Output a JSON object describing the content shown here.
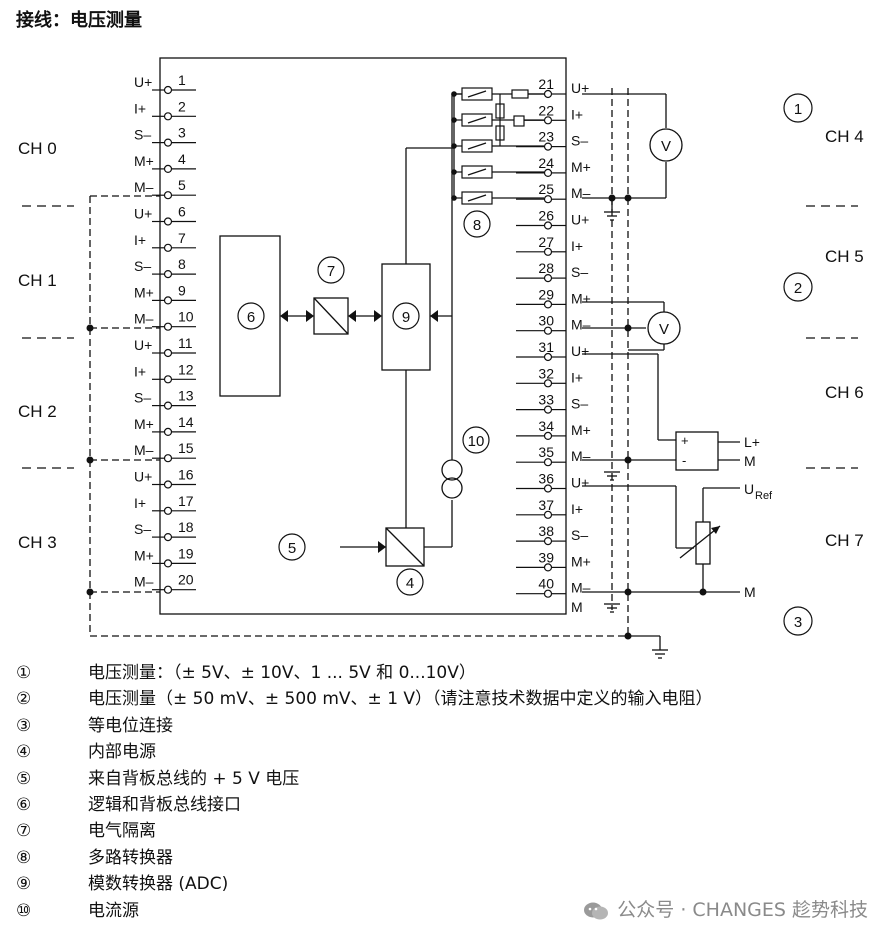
{
  "title": "接线：电压测量",
  "channels_left": [
    "CH 0",
    "CH 1",
    "CH 2",
    "CH 3"
  ],
  "channels_right": [
    "CH 4",
    "CH 5",
    "CH 6",
    "CH 7"
  ],
  "terminal_labels": [
    "U+",
    "I+",
    "S–",
    "M+",
    "M–"
  ],
  "terminal_m": "M",
  "block_numbers": [
    "6",
    "7",
    "9",
    "8",
    "10",
    "5",
    "4"
  ],
  "circled_numbers": [
    "1",
    "2",
    "3"
  ],
  "voltmeter_symbol": "V",
  "transmitter": {
    "plus": "+",
    "minus": "-",
    "out_l": "L+",
    "out_m": "M"
  },
  "pot": {
    "uref": "U",
    "uref_sub": "Ref",
    "m": "M"
  },
  "legend": [
    {
      "num": "①",
      "text": "电压测量：（± 5V、± 10V、1 ... 5V 和 0...10V）"
    },
    {
      "num": "②",
      "text": "电压测量（± 50 mV、± 500 mV、± 1 V）（请注意技术数据中定义的输入电阻）"
    },
    {
      "num": "③",
      "text": "等电位连接"
    },
    {
      "num": "④",
      "text": "内部电源"
    },
    {
      "num": "⑤",
      "text": "来自背板总线的 + 5 V 电压"
    },
    {
      "num": "⑥",
      "text": "逻辑和背板总线接口"
    },
    {
      "num": "⑦",
      "text": "电气隔离"
    },
    {
      "num": "⑧",
      "text": "多路转换器"
    },
    {
      "num": "⑨",
      "text": "模数转换器 (ADC)"
    },
    {
      "num": "⑩",
      "text": "电流源"
    }
  ],
  "watermark": "公众号 · CHANGES 趁势科技"
}
